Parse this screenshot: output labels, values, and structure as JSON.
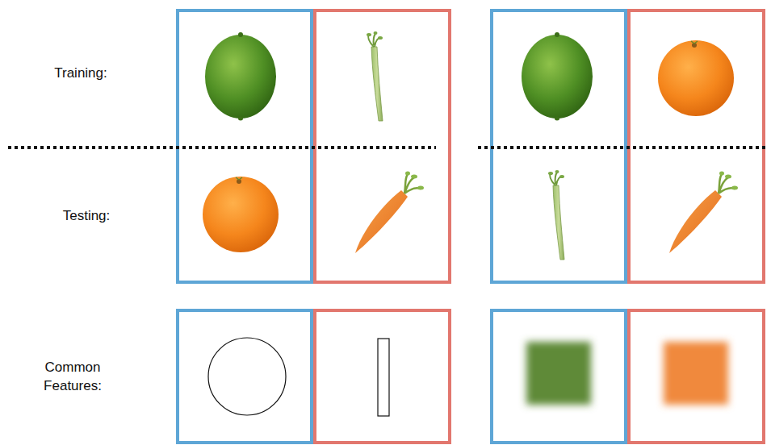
{
  "diagram": {
    "labels": [
      "Training:",
      "Testing:",
      "Common Features:"
    ]
  }
}
